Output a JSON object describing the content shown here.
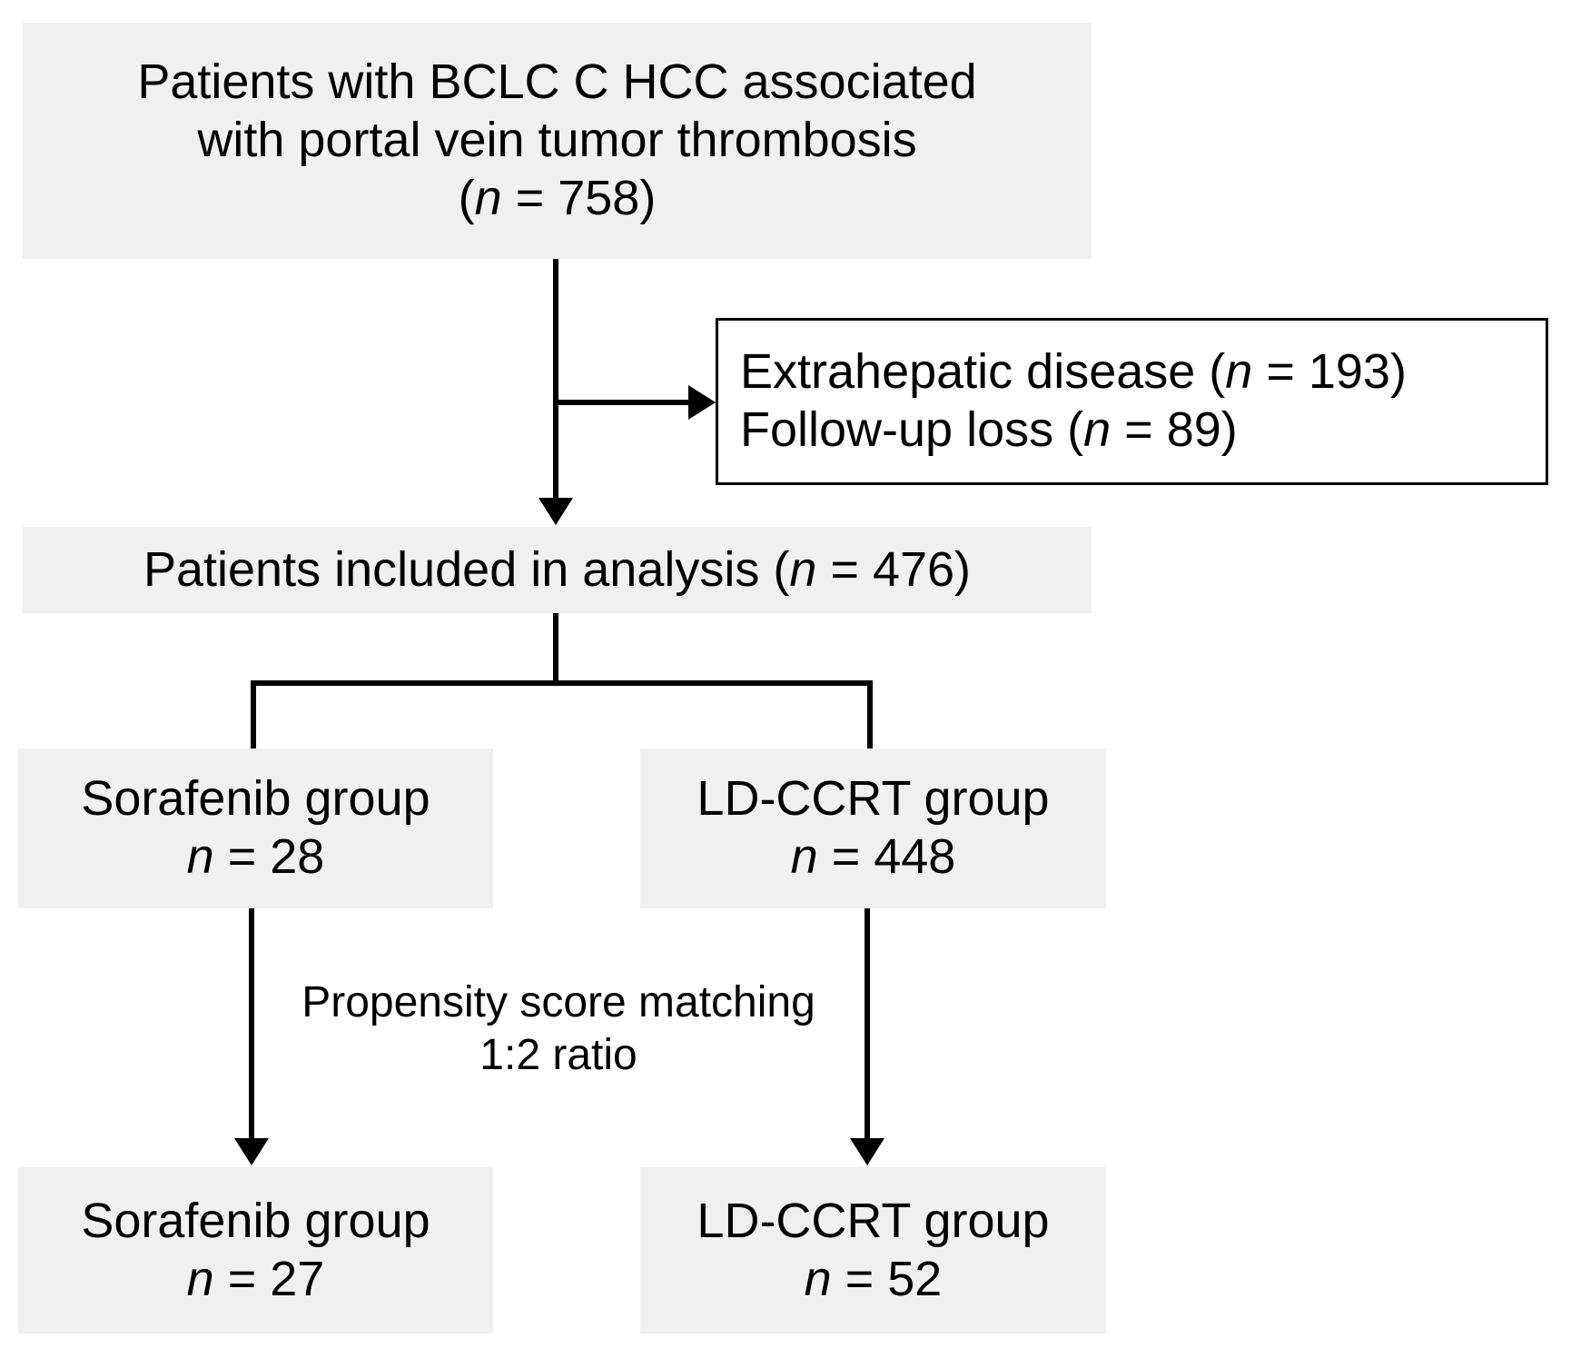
{
  "figure": {
    "type": "flowchart",
    "title": "Patient selection flow diagram",
    "colors": {
      "node_fill": "#f0f0f0",
      "node_outline_fill": "#ffffff",
      "stroke": "#000000",
      "text": "#000000",
      "background": "#ffffff"
    }
  },
  "nodes": {
    "source_population": {
      "line1": "Patients with BCLC C HCC associated",
      "line2": "with portal vein tumor thrombosis",
      "line3_prefix": "(",
      "line3_italic": "n",
      "line3_suffix": " = 758)",
      "n": 758,
      "style": "shaded"
    },
    "exclusions": {
      "row1_text": "Extrahepatic disease (",
      "row1_italic": "n",
      "row1_tail": " = 193)",
      "row1_n": 193,
      "row2_text": "Follow-up loss (",
      "row2_italic": "n",
      "row2_tail": " = 89)",
      "row2_n": 89,
      "style": "outlined"
    },
    "included": {
      "text": "Patients included in analysis (",
      "italic": "n",
      "tail": " = 476)",
      "n": 476,
      "style": "shaded"
    },
    "sorafenib_pre": {
      "line1": "Sorafenib group",
      "line2_italic": "n",
      "line2_tail": " = 28",
      "n": 28,
      "style": "shaded"
    },
    "ldccrt_pre": {
      "line1": "LD-CCRT group",
      "line2_italic": "n",
      "line2_tail": " = 448",
      "n": 448,
      "style": "shaded"
    },
    "sorafenib_post": {
      "line1": "Sorafenib group",
      "line2_italic": "n",
      "line2_tail": " = 27",
      "n": 27,
      "style": "shaded"
    },
    "ldccrt_post": {
      "line1": "LD-CCRT group",
      "line2_italic": "n",
      "line2_tail": " = 52",
      "n": 52,
      "style": "shaded"
    }
  },
  "annotations": {
    "matching_line1": "Propensity score matching",
    "matching_line2": "1:2 ratio"
  }
}
